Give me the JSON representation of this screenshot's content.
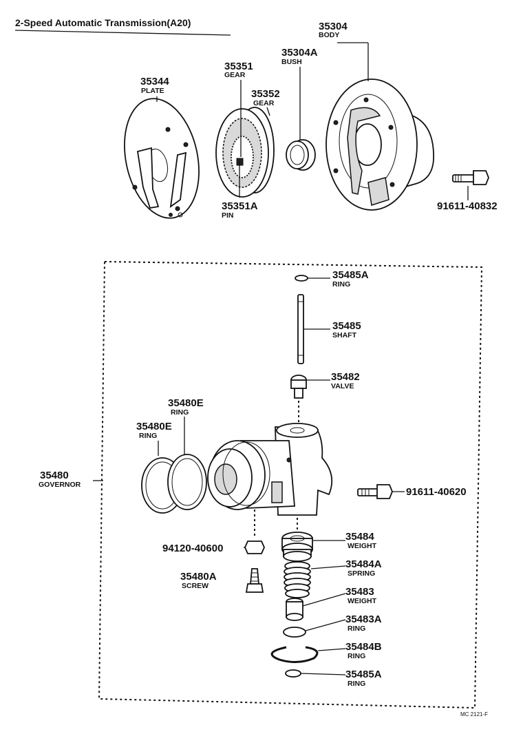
{
  "title": "2-Speed Automatic Transmission(A20)",
  "footer_code": "MC 2121-F",
  "parts": {
    "p35304": {
      "number": "35304",
      "name": "BODY"
    },
    "p35304A": {
      "number": "35304A",
      "name": "BUSH"
    },
    "p35351": {
      "number": "35351",
      "name": "GEAR"
    },
    "p35352": {
      "number": "35352",
      "name": "GEAR"
    },
    "p35344": {
      "number": "35344",
      "name": "PLATE"
    },
    "p35351A": {
      "number": "35351A",
      "name": "PIN"
    },
    "p91611_40832": {
      "number": "91611-40832"
    },
    "p35485A_top": {
      "number": "35485A",
      "name": "RING"
    },
    "p35485": {
      "number": "35485",
      "name": "SHAFT"
    },
    "p35482": {
      "number": "35482",
      "name": "VALVE"
    },
    "p35480E_a": {
      "number": "35480E",
      "name": "RING"
    },
    "p35480E_b": {
      "number": "35480E",
      "name": "RING"
    },
    "p35480": {
      "number": "35480",
      "name": "GOVERNOR"
    },
    "p91611_40620": {
      "number": "91611-40620"
    },
    "p35484": {
      "number": "35484",
      "name": "WEIGHT"
    },
    "p94120_40600": {
      "number": "94120-40600"
    },
    "p35484A": {
      "number": "35484A",
      "name": "SPRING"
    },
    "p35480A": {
      "number": "35480A",
      "name": "SCREW"
    },
    "p35483": {
      "number": "35483",
      "name": "WEIGHT"
    },
    "p35483A": {
      "number": "35483A",
      "name": "RING"
    },
    "p35484B": {
      "number": "35484B",
      "name": "RING"
    },
    "p35485A_bot": {
      "number": "35485A",
      "name": "RING"
    }
  }
}
